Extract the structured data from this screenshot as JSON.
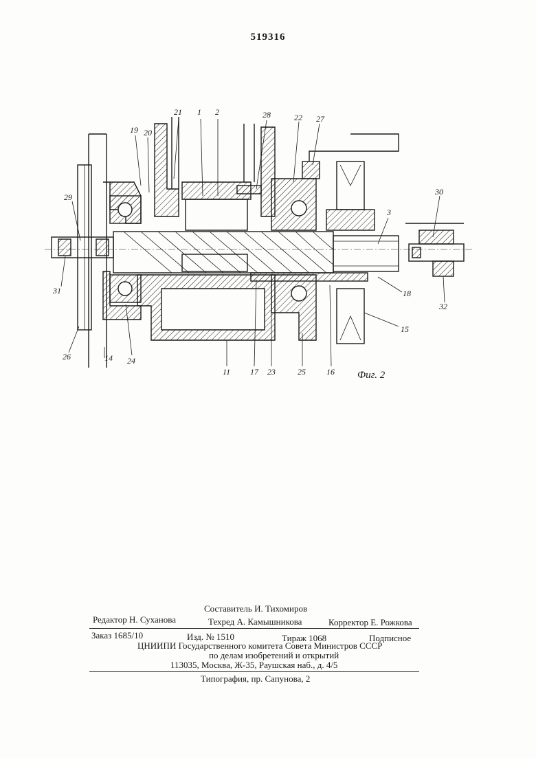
{
  "patent_number": "519316",
  "figure": {
    "caption": "Фиг. 2",
    "labels": {
      "l1": "1",
      "l2": "2",
      "l3": "3",
      "l11": "11",
      "l14": "14",
      "l15": "15",
      "l16": "16",
      "l17": "17",
      "l18": "18",
      "l19": "19",
      "l20": "20",
      "l21": "21",
      "l22": "22",
      "l23": "23",
      "l24": "24",
      "l25": "25",
      "l26": "26",
      "l27": "27",
      "l28": "28",
      "l29": "29",
      "l30": "30",
      "l31": "31",
      "l32": "32"
    }
  },
  "footer": {
    "compiler": "Составитель И. Тихомиров",
    "editor": "Редактор Н. Суханова",
    "techeditor": "Техред А. Камышникова",
    "corrector": "Корректор Е. Рожкова",
    "order": "Заказ 1685/10",
    "edition": "Изд. № 1510",
    "circulation": "Тираж 1068",
    "subscription": "Подписное",
    "org_line1": "ЦНИИПИ Государственного комитета Совета Министров СССР",
    "org_line2": "по делам изобретений и открытий",
    "address": "113035, Москва, Ж-35, Раушская наб., д. 4/5",
    "printer": "Типография, пр. Сапунова, 2"
  }
}
